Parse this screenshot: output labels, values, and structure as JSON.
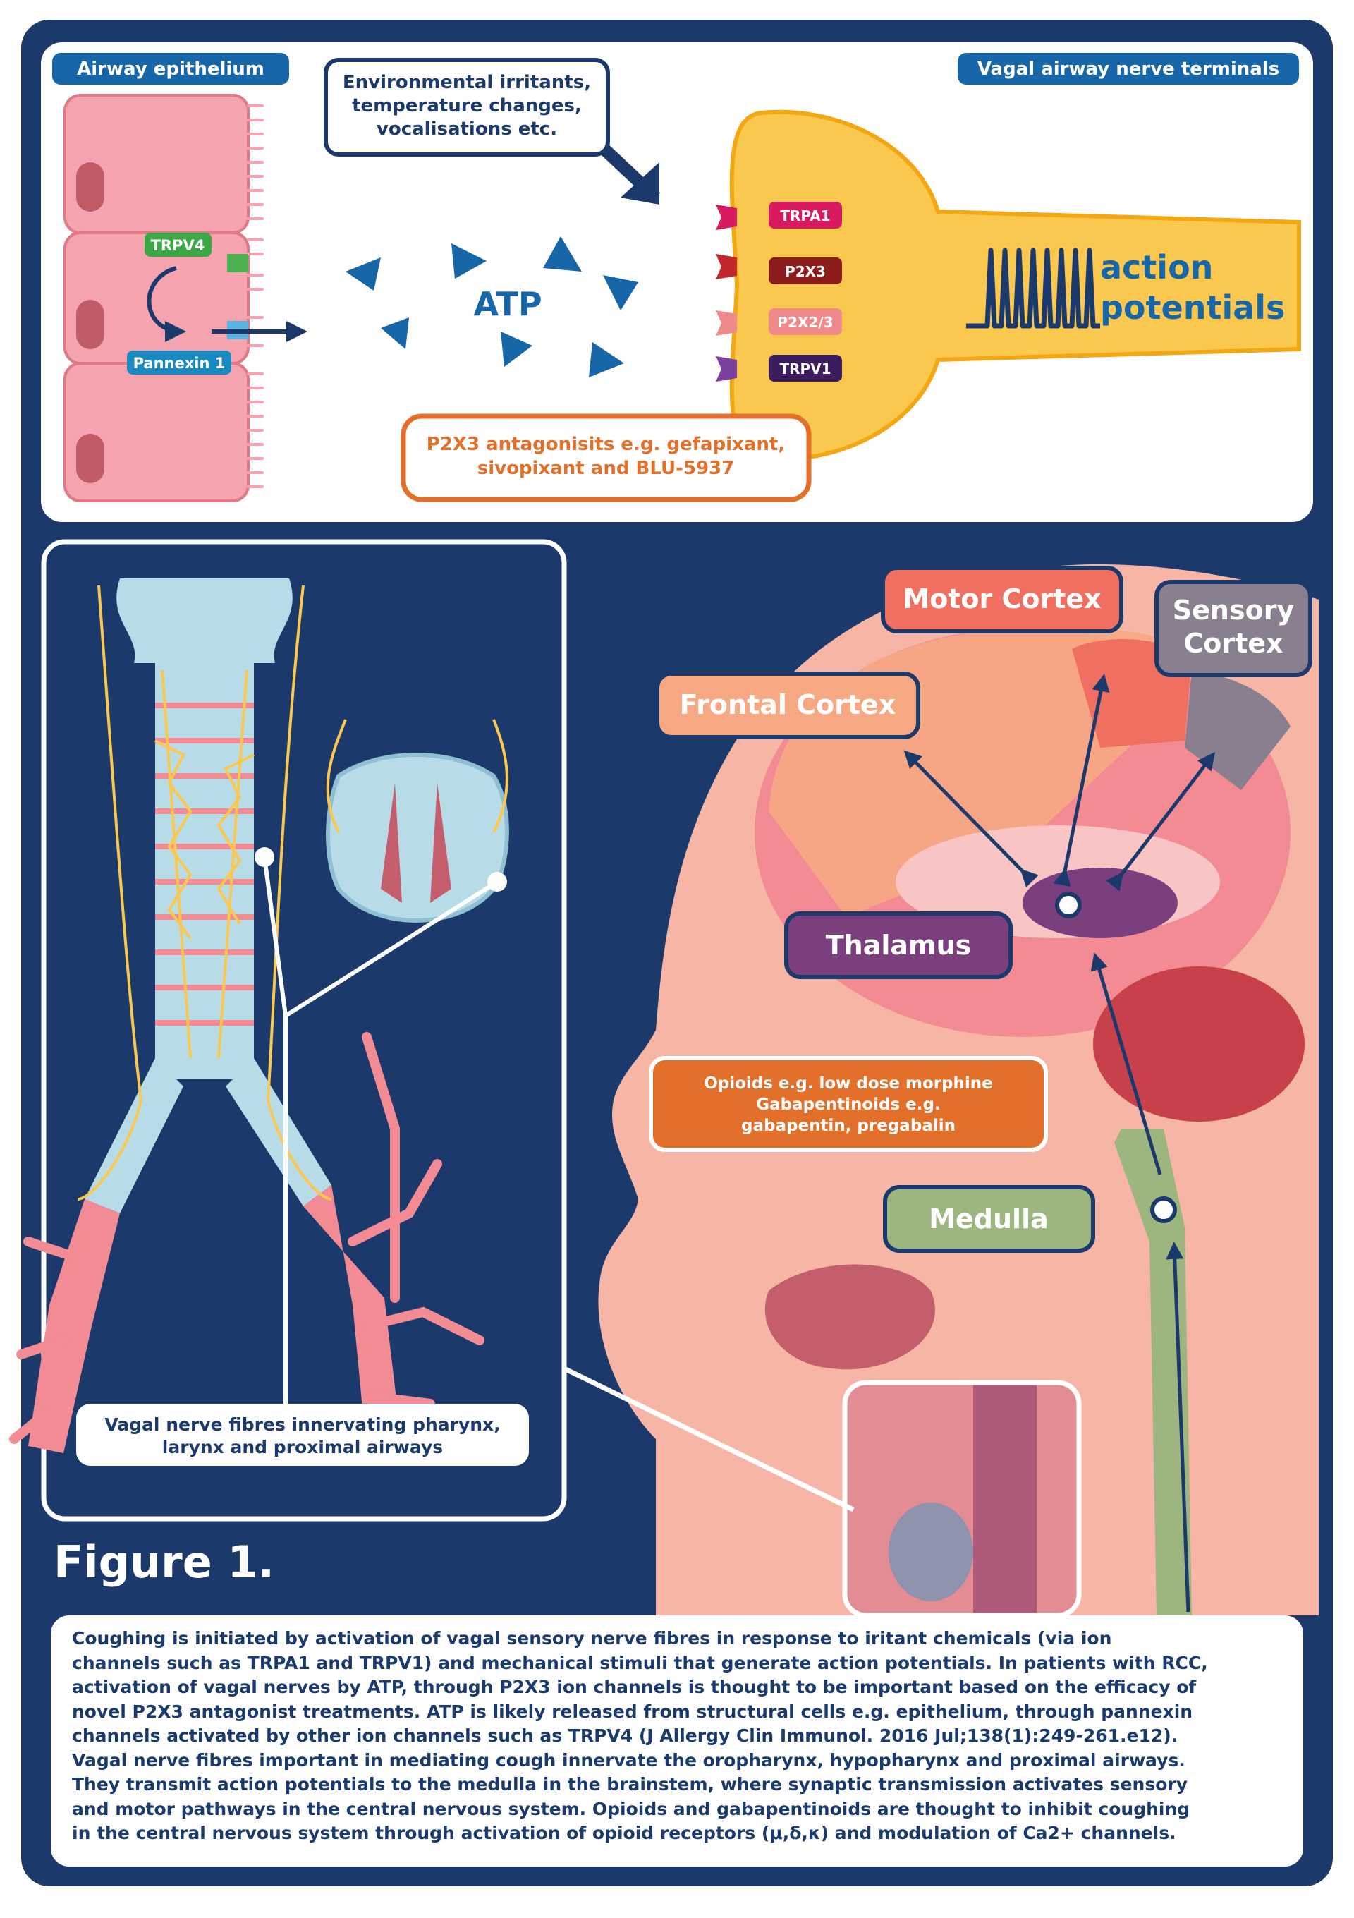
{
  "top_panel": {
    "airway_epithelium": "Airway epithelium",
    "vagal_terminals": "Vagal airway nerve terminals",
    "irritants": [
      "Environmental irritants,",
      "temperature changes,",
      "vocalisations etc."
    ],
    "trpv4": "TRPV4",
    "pannexin": "Pannexin 1",
    "atp": "ATP",
    "channels": [
      {
        "name": "TRPA1",
        "color": "#d81b60"
      },
      {
        "name": "P2X3",
        "color": "#8e1b1b"
      },
      {
        "name": "P2X2/3",
        "color": "#f08a8a"
      },
      {
        "name": "TRPV1",
        "color": "#3b1d5e"
      }
    ],
    "action_potentials": [
      "action",
      "potentials"
    ],
    "antagonists": [
      "P2X3 antagonisits e.g. gefapixant,",
      "sivopixant and BLU-5937"
    ]
  },
  "brain": {
    "motor_cortex": "Motor Cortex",
    "sensory_cortex": [
      "Sensory",
      "Cortex"
    ],
    "frontal_cortex": "Frontal Cortex",
    "thalamus": "Thalamus",
    "medulla": "Medulla",
    "opioids": [
      "Opioids e.g. low dose morphine",
      "Gabapentinoids e.g.",
      "gabapentin, pregabalin"
    ]
  },
  "airways": {
    "vagal_fibres": [
      "Vagal nerve fibres innervating pharynx,",
      "larynx and proximal airways"
    ]
  },
  "figure_title": "Figure 1.",
  "caption_lines": [
    "Coughing is initiated by activation of vagal sensory nerve fibres in response to iritant chemicals (via ion",
    "channels such as TRPA1 and TRPV1) and mechanical stimuli that generate action potentials. In patients with RCC,",
    "activation of vagal nerves by ATP, through P2X3 ion channels is thought to be important based on the efficacy of",
    "novel P2X3 antagonist treatments. ATP is likely released from structural cells e.g. epithelium, through pannexin",
    "channels activated by other ion channels such as TRPV4 (J Allergy Clin Immunol. 2016 Jul;138(1):249-261.e12).",
    "Vagal nerve fibres important in mediating cough innervate the oropharynx, hypopharynx and proximal airways.",
    "They transmit action potentials to the medulla in the brainstem, where synaptic transmission activates sensory",
    "and motor pathways in the central nervous system. Opioids and gabapentinoids are thought to inhibit coughing",
    "in the central nervous system through activation of opioid receptors (μ,δ,κ) and modulation of Ca2+ channels."
  ],
  "colors": {
    "navy": "#1b3a6b",
    "blue": "#1766a8",
    "nerve_yellow": "#fbc84f",
    "epithelium_pink": "#f5a3ae",
    "orange": "#e2702a",
    "thalamus_purple": "#7b3f7e",
    "medulla_green": "#9db57e",
    "motor_red": "#ef6f60",
    "sensory_grey": "#8a7f8f",
    "frontal_peach": "#f6a883"
  }
}
